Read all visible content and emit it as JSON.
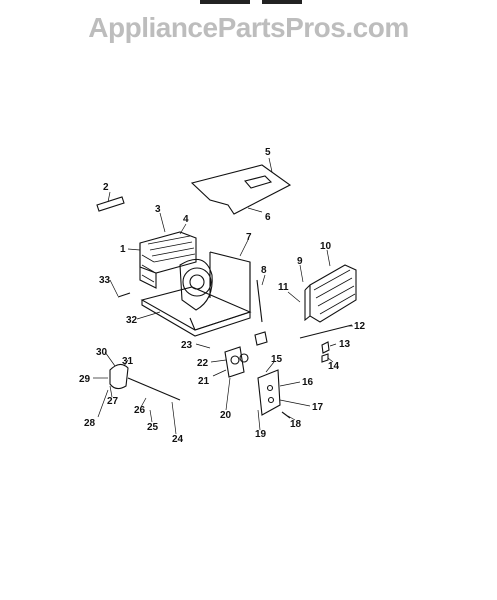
{
  "watermark": "AppliancePartsPros.com",
  "part_labels": [
    "1",
    "2",
    "3",
    "4",
    "5",
    "6",
    "7",
    "8",
    "9",
    "10",
    "11",
    "12",
    "13",
    "14",
    "15",
    "16",
    "17",
    "18",
    "19",
    "20",
    "21",
    "22",
    "23",
    "24",
    "25",
    "26",
    "27",
    "28",
    "29",
    "30",
    "31",
    "32",
    "33"
  ]
}
